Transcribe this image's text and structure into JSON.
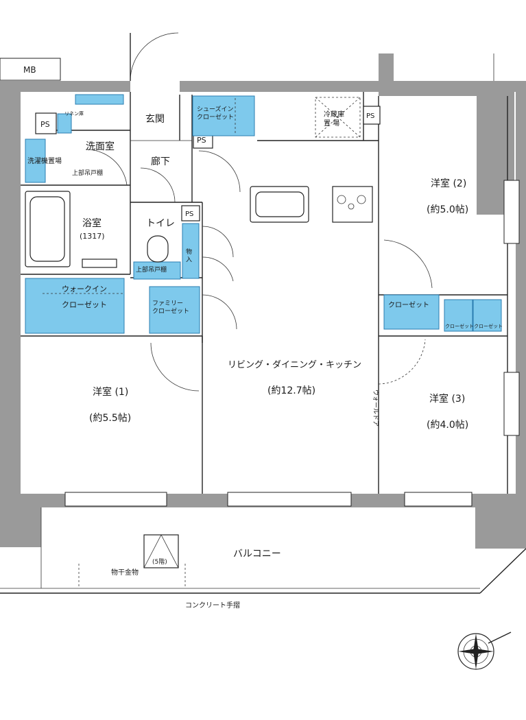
{
  "labels": {
    "mb": "MB",
    "ps": "PS",
    "linen": "リネン庫",
    "washer": "洗濯機置場",
    "washroom": "洗面室",
    "upper_shelf_v": "上部吊戸棚",
    "entrance": "玄関",
    "shoes_closet": "シューズイン\nクローゼット",
    "fridge": "冷蔵庫\n置 場",
    "corridor": "廊下",
    "bath": "浴室",
    "bath_size": "(1317)",
    "toilet": "トイレ",
    "storage": "物\n入",
    "upper_shelf_h": "上部吊戸棚",
    "walkin": "ウォークイン",
    "walkin_closet": "クローゼット",
    "family_closet": "ファミリー\nクローゼット",
    "room2": "洋室 (2)",
    "room2_size": "(約5.0帖)",
    "closet": "クローゼット",
    "closet_a": "クローゼット",
    "closet_b": "クローゼット",
    "ldk": "リビング・ダイニング・キッチン",
    "ldk_size": "(約12.7帖)",
    "room1": "洋室 (1)",
    "room1_size": "(約5.5帖)",
    "room3": "洋室 (3)",
    "room3_size": "(約4.0帖)",
    "wall_door": "ウォールドア",
    "balcony": "バルコニー",
    "floor5": "(5階)",
    "laundry_pole": "物干金物",
    "handrail": "コンクリート手摺"
  },
  "colors": {
    "closet_fill": "#7ec9ec",
    "wall_fill": "#9a9a9a"
  },
  "compass": "compass-rose-icon"
}
